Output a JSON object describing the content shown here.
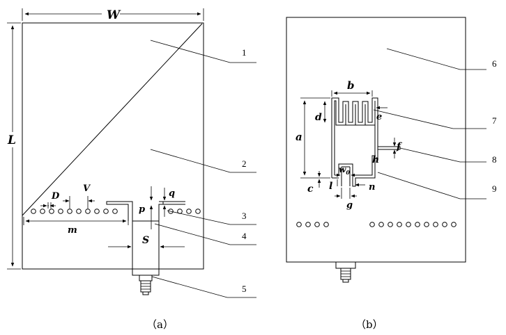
{
  "panel_a": {
    "caption": "（a）",
    "dims": {
      "W": "W",
      "L": "L",
      "D": "D",
      "V": "V",
      "m": "m",
      "p": "p",
      "q": "q",
      "S": "S"
    },
    "callouts": [
      "1",
      "2",
      "3",
      "4",
      "5"
    ]
  },
  "panel_b": {
    "caption": "（b）",
    "dims": {
      "a": "a",
      "b": "b",
      "c": "c",
      "d": "d",
      "e": "e",
      "f": "f",
      "g": "g",
      "h": "h",
      "l": "l",
      "n": "n",
      "w0": "w",
      "w0_sub": "0"
    },
    "callouts": [
      "6",
      "7",
      "8",
      "9"
    ]
  }
}
